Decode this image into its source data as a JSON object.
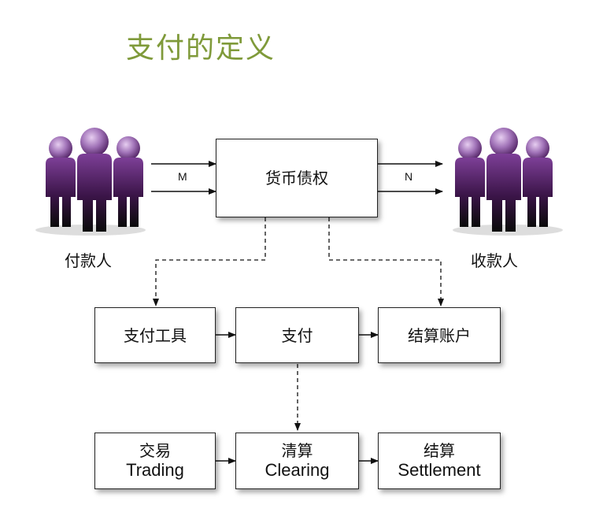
{
  "title": "支付的定义",
  "payer": {
    "label": "付款人"
  },
  "payee": {
    "label": "收款人"
  },
  "center": {
    "label": "货币债权",
    "left_arrow": "M",
    "right_arrow": "N"
  },
  "row2": [
    {
      "label": "支付工具"
    },
    {
      "label": "支付"
    },
    {
      "label": "结算账户"
    }
  ],
  "row3": [
    {
      "zh": "交易",
      "en": "Trading"
    },
    {
      "zh": "清算",
      "en": "Clearing"
    },
    {
      "zh": "结算",
      "en": "Settlement"
    }
  ],
  "colors": {
    "title": "#7f9a3a",
    "people": "#5b2a6e",
    "people_head": "#9a6bb0"
  }
}
